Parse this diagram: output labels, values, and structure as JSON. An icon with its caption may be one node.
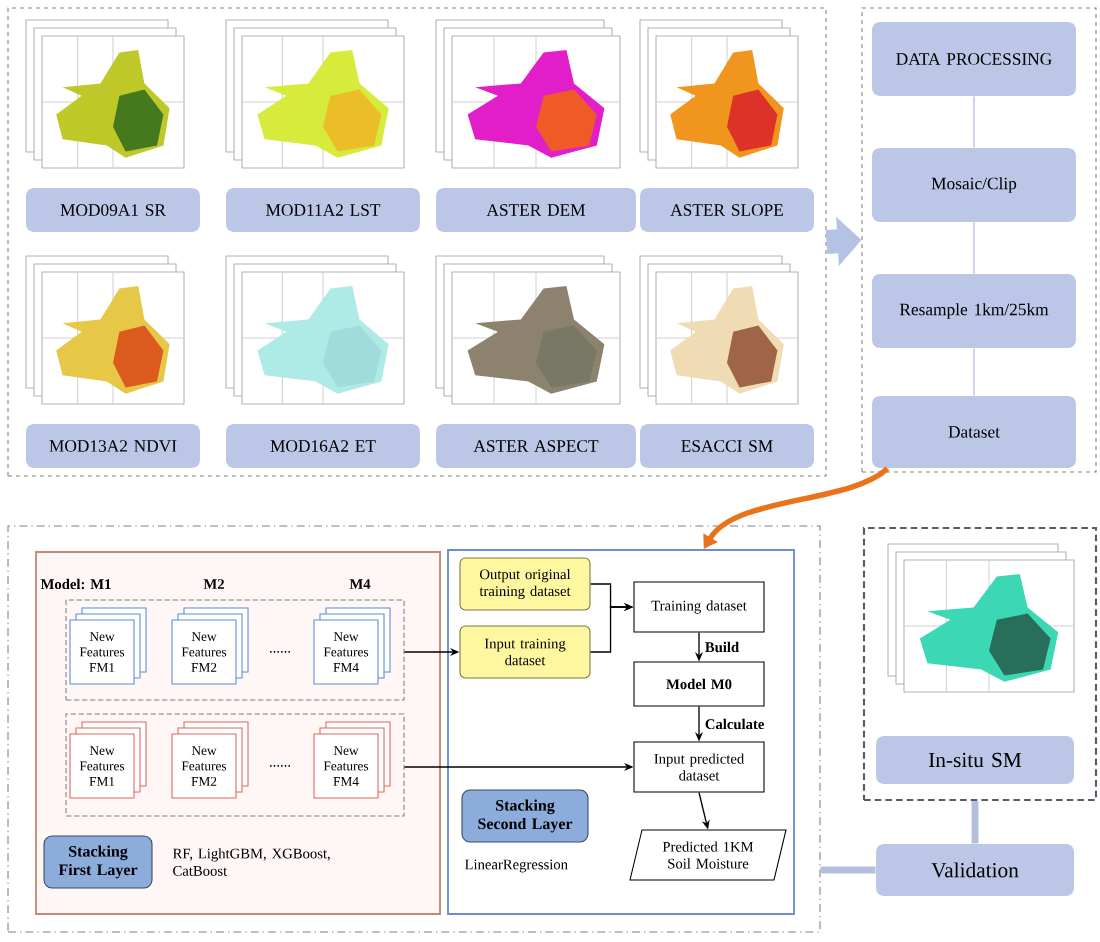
{
  "diagram": {
    "nodes": [
      {
        "text": [],
        "shape": "box"
      },
      {
        "text": [
          "MOD09A1 SR"
        ],
        "in": 0
      },
      {
        "text": [
          "MOD11A2 LST"
        ],
        "in": 0
      },
      {
        "text": [
          "ASTER DEM"
        ],
        "in": 0
      },
      {
        "text": [
          "ASTER SLOPE"
        ],
        "in": 0
      },
      {
        "text": [
          "MOD13A2 NDVI"
        ],
        "in": 0
      },
      {
        "text": [
          "MOD16A2 ET"
        ],
        "in": 0
      },
      {
        "text": [
          "ASTER ASPECT"
        ],
        "in": 0
      },
      {
        "text": [
          "ESACCI SM"
        ],
        "in": 0
      },
      {
        "text": [],
        "shape": "box"
      },
      {
        "text": [
          "DATA PROCESSING"
        ],
        "in": 9
      },
      {
        "text": [
          "Mosaic/Clip"
        ],
        "in": 9
      },
      {
        "text": [
          "Resample 1km/25km"
        ],
        "in": 9
      },
      {
        "text": [
          "Dataset"
        ],
        "in": 9
      },
      {
        "text": [],
        "shape": "box"
      },
      {
        "text": [],
        "shape": "box",
        "in": 14
      },
      {
        "text": [],
        "shape": "box",
        "in": 15
      },
      {
        "text": [
          "New Features FM1"
        ],
        "in": 16
      },
      {
        "text": [
          "New Features FM2"
        ],
        "in": 16
      },
      {
        "text": [
          "New Features FM4"
        ],
        "in": 16
      },
      {
        "text": [],
        "shape": "box",
        "in": 15
      },
      {
        "text": [
          "New Features FM1"
        ],
        "in": 20
      },
      {
        "text": [
          "New Features FM2"
        ],
        "in": 20
      },
      {
        "text": [
          "New Features FM4"
        ],
        "in": 20
      },
      {
        "text": [
          "Stacking First Layer"
        ],
        "in": 15
      },
      {
        "text": [],
        "shape": "box",
        "in": 14
      },
      {
        "text": [
          "Output original training dataset"
        ],
        "in": 25
      },
      {
        "text": [
          "Input training dataset"
        ],
        "in": 25
      },
      {
        "text": [
          "Training dataset"
        ],
        "in": 25
      },
      {
        "text": [
          "Model M0"
        ],
        "in": 25
      },
      {
        "text": [
          "Input predicted dataset"
        ],
        "in": 25
      },
      {
        "text": [
          "Predicted 1KM Soil Moisture"
        ],
        "in": 25
      },
      {
        "text": [
          "Stacking Second Layer"
        ],
        "in": 25
      },
      {
        "text": [],
        "shape": "box"
      },
      {
        "text": [
          "In-situ SM"
        ],
        "in": 33
      },
      {
        "text": [
          "Validation"
        ]
      }
    ],
    "edges": [
      {
        "from": 0,
        "to": 9,
        "arrow": "to",
        "style": "thick",
        "color": "#b4c3e3"
      },
      {
        "from": 10,
        "to": 11,
        "arrow": "none",
        "color": "#b4bedd"
      },
      {
        "from": 11,
        "to": 12,
        "arrow": "none",
        "color": "#b4bedd"
      },
      {
        "from": 12,
        "to": 13,
        "arrow": "none",
        "color": "#b4bedd"
      },
      {
        "from": 13,
        "to": 25,
        "arrow": "to",
        "style": "thick",
        "color": "#e8731a"
      },
      {
        "from": 26,
        "to": 28,
        "arrow": "to"
      },
      {
        "from": 27,
        "to": 28,
        "arrow": "to"
      },
      {
        "from": 16,
        "to": 27,
        "arrow": "to"
      },
      {
        "from": 20,
        "to": 30,
        "arrow": "to"
      },
      {
        "from": 28,
        "to": 29,
        "arrow": "to",
        "label": "Build"
      },
      {
        "from": 29,
        "to": 30,
        "arrow": "to",
        "label": "Calculate"
      },
      {
        "from": 30,
        "to": 31,
        "arrow": "to"
      },
      {
        "from": 33,
        "to": 35,
        "arrow": "none",
        "style": "thick",
        "color": "#b4bedd"
      },
      {
        "from": 14,
        "to": 35,
        "arrow": "none",
        "style": "thick",
        "color": "#b4bedd"
      }
    ],
    "labels": [
      "Model: M1",
      "M2",
      "M4",
      "......",
      "......",
      "RF, LightGBM, XGBoost, CatBoost",
      "LinearRegression"
    ]
  }
}
